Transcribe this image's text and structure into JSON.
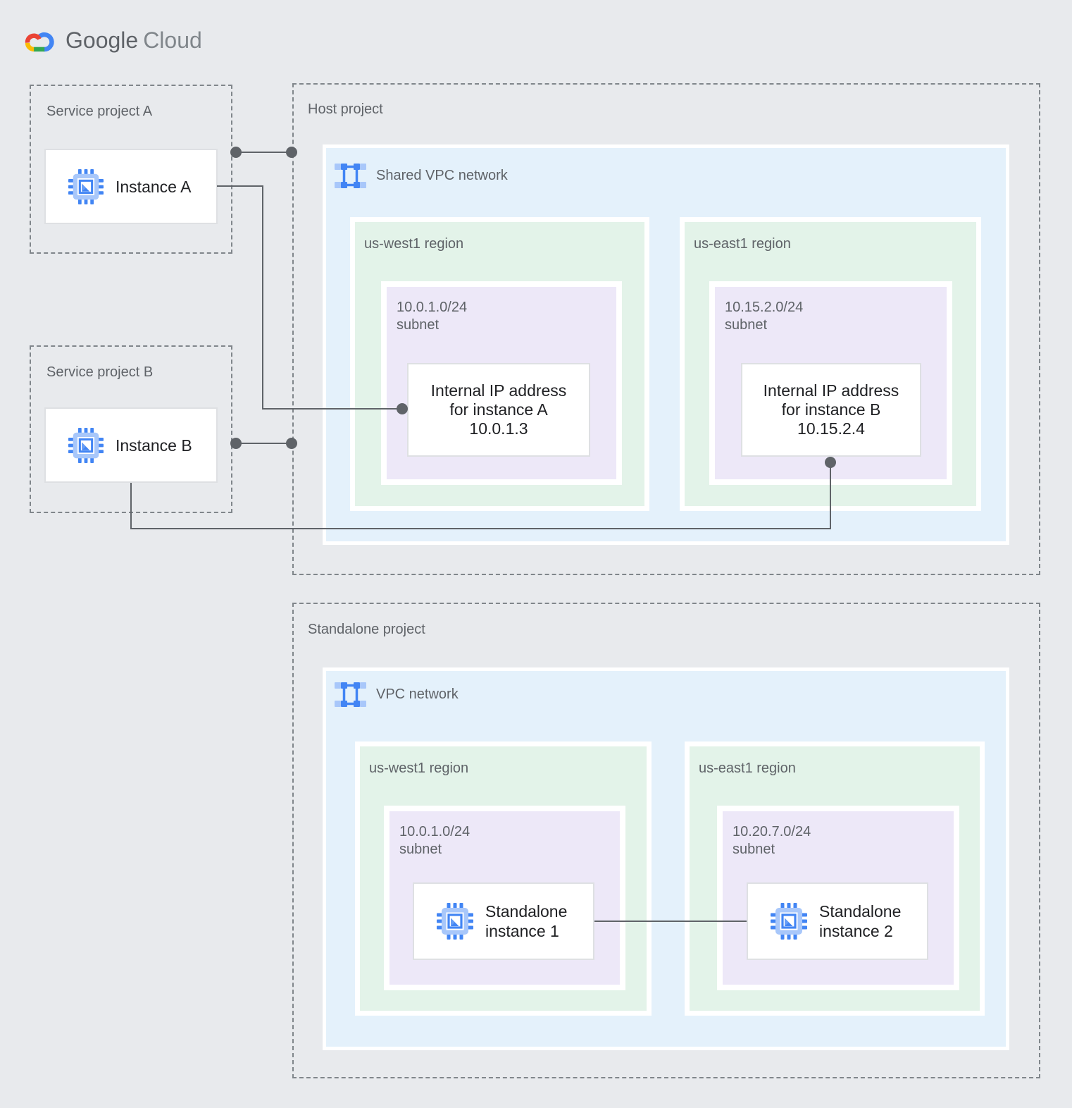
{
  "logo": {
    "brand": "Google",
    "product": "Cloud"
  },
  "projects": {
    "service_a": {
      "label": "Service project A",
      "instance_label": "Instance A"
    },
    "service_b": {
      "label": "Service project B",
      "instance_label": "Instance B"
    },
    "host": {
      "label": "Host project",
      "network_label": "Shared VPC network",
      "regions": [
        {
          "label": "us-west1 region",
          "subnet_cidr": "10.0.1.0/24",
          "subnet_word": "subnet",
          "ip_card": {
            "line1": "Internal IP address",
            "line2": "for instance A",
            "line3": "10.0.1.3"
          }
        },
        {
          "label": "us-east1 region",
          "subnet_cidr": "10.15.2.0/24",
          "subnet_word": "subnet",
          "ip_card": {
            "line1": "Internal IP address",
            "line2": "for instance B",
            "line3": "10.15.2.4"
          }
        }
      ]
    },
    "standalone": {
      "label": "Standalone project",
      "network_label": "VPC network",
      "regions": [
        {
          "label": "us-west1 region",
          "subnet_cidr": "10.0.1.0/24",
          "subnet_word": "subnet",
          "instance": {
            "line1": "Standalone",
            "line2": "instance 1"
          }
        },
        {
          "label": "us-east1 region",
          "subnet_cidr": "10.20.7.0/24",
          "subnet_word": "subnet",
          "instance": {
            "line1": "Standalone",
            "line2": "instance 2"
          }
        }
      ]
    }
  },
  "colors": {
    "background": "#E8EAED",
    "network_blue": "#E4F1FB",
    "region_green": "#E3F3E9",
    "subnet_purple": "#EDE8F8",
    "dashed_border": "#80868B",
    "label_gray": "#5F6368",
    "text_dark": "#202124",
    "connector": "#5F6368",
    "icon_blue": "#4285F4",
    "icon_blue_light": "#A8C7FA",
    "logo_red": "#EA4335",
    "logo_yellow": "#FBBC05",
    "logo_green": "#34A853",
    "logo_blue": "#4285F4"
  }
}
